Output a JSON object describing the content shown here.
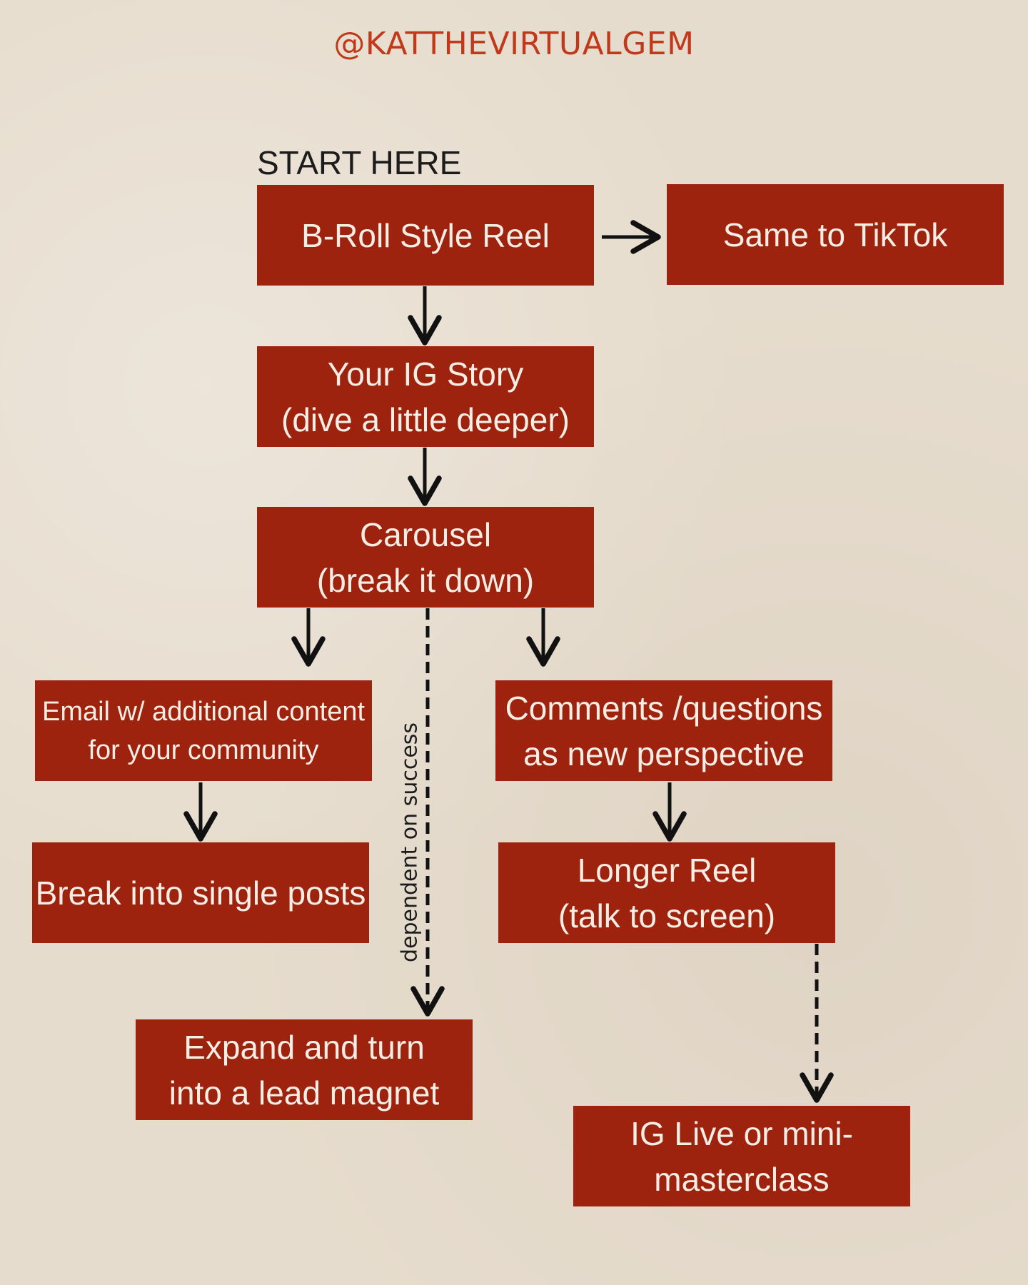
{
  "header": {
    "handle": "@KATTHEVIRTUALGEM"
  },
  "flow": {
    "start_label": "START HERE",
    "boxes": {
      "broll": {
        "lines": [
          "B-Roll Style Reel"
        ]
      },
      "tiktok": {
        "lines": [
          "Same to TikTok"
        ]
      },
      "story": {
        "lines": [
          "Your IG Story",
          "(dive a little deeper)"
        ]
      },
      "carousel": {
        "lines": [
          "Carousel",
          "(break it down)"
        ]
      },
      "email": {
        "lines": [
          "Email w/ additional content",
          "for your community"
        ]
      },
      "comments": {
        "lines": [
          "Comments /questions",
          "as new perspective"
        ]
      },
      "single_posts": {
        "lines": [
          "Break into single posts"
        ]
      },
      "longer_reel": {
        "lines": [
          "Longer Reel",
          "(talk to screen)"
        ]
      },
      "lead_magnet": {
        "lines": [
          "Expand and turn",
          "into a lead magnet"
        ]
      },
      "ig_live": {
        "lines": [
          "IG Live or mini-",
          "masterclass"
        ]
      }
    },
    "connector_note": "dependent on success"
  },
  "colors": {
    "background": "#e6dccd",
    "box_fill": "#9d230f",
    "box_text": "#f6ede4",
    "handle_text": "#c0391b",
    "arrow": "#111111"
  }
}
